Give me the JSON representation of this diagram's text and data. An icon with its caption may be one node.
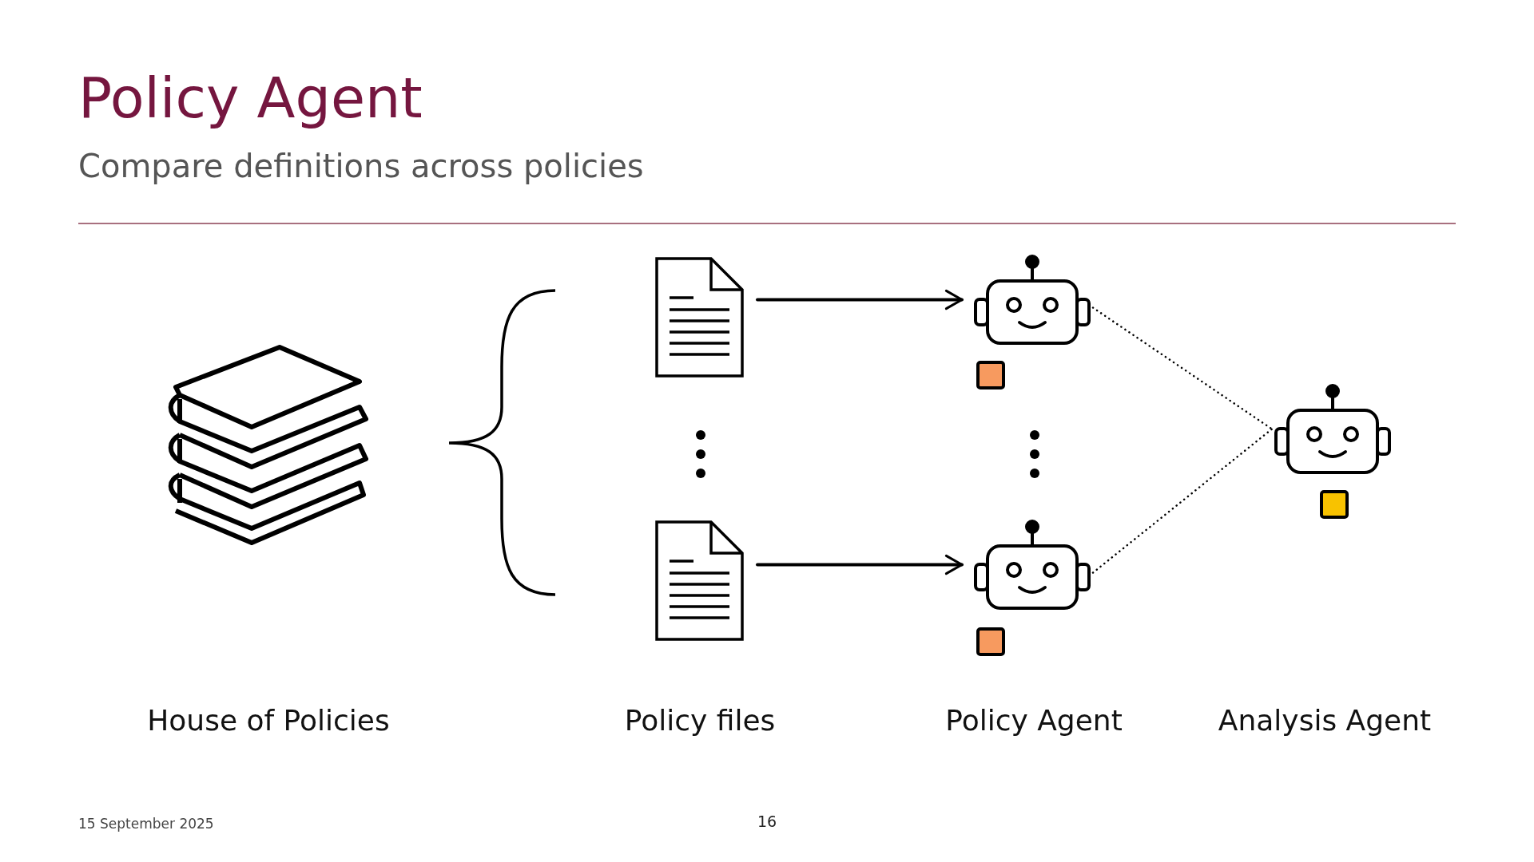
{
  "diagram": {
    "title": "Policy Agent",
    "nodes": [
      {
        "text": [],
        "shape": "picture"
      },
      {
        "text": [],
        "shape": "picture"
      },
      {
        "text": [],
        "shape": "picture"
      },
      {
        "text": [],
        "shape": "picture"
      },
      {
        "text": [],
        "shape": "picture"
      },
      {
        "text": [],
        "shape": "picture"
      }
    ],
    "edges": [
      {
        "from": 1,
        "to": 3,
        "arrow": "to"
      },
      {
        "from": 2,
        "to": 4,
        "arrow": "to"
      },
      {
        "from": 3,
        "to": 5,
        "arrow": "none",
        "style": "dashed"
      },
      {
        "from": 4,
        "to": 5,
        "arrow": "none",
        "style": "dashed"
      }
    ],
    "labels": [
      "Compare definitions across policies",
      "House of Policies",
      "Policy files",
      "Policy Agent",
      "Analysis Agent",
      "15 September 2025",
      "16"
    ]
  }
}
